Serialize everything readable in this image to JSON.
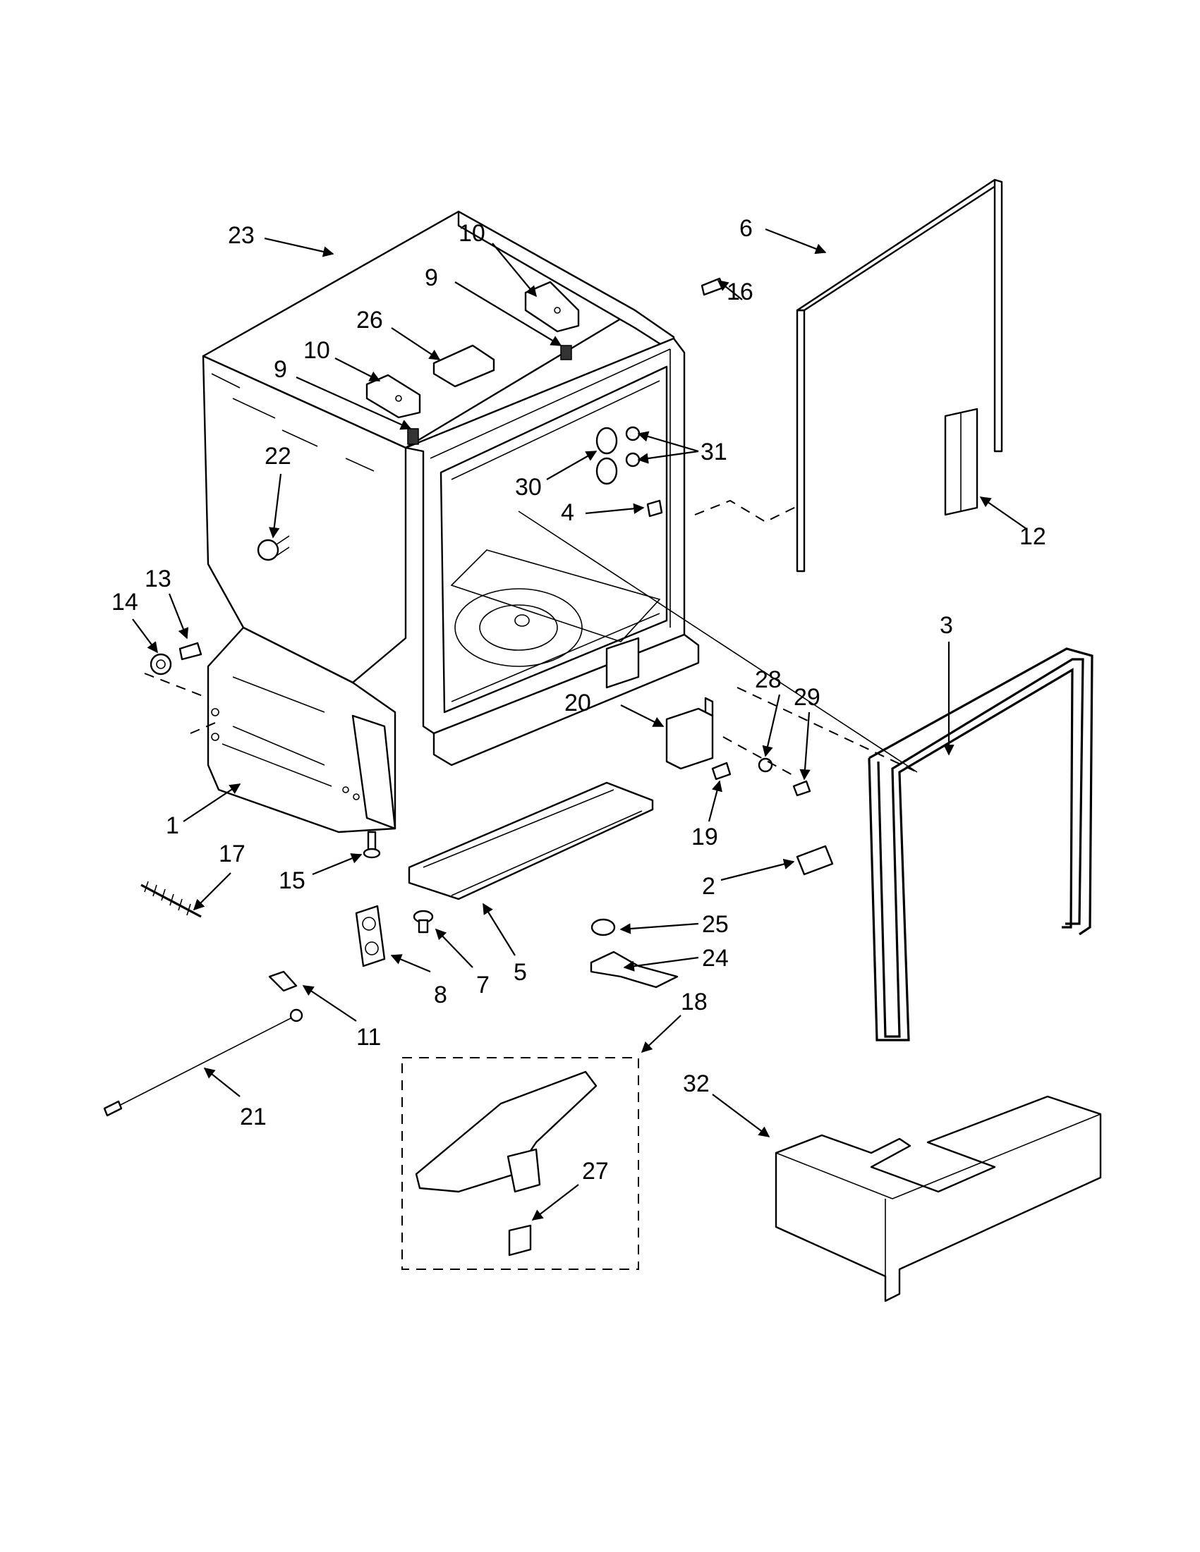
{
  "callouts": [
    {
      "n": "23"
    },
    {
      "n": "10"
    },
    {
      "n": "9"
    },
    {
      "n": "26"
    },
    {
      "n": "10"
    },
    {
      "n": "9"
    },
    {
      "n": "6"
    },
    {
      "n": "16"
    },
    {
      "n": "31"
    },
    {
      "n": "30"
    },
    {
      "n": "4"
    },
    {
      "n": "12"
    },
    {
      "n": "22"
    },
    {
      "n": "13"
    },
    {
      "n": "14"
    },
    {
      "n": "3"
    },
    {
      "n": "28"
    },
    {
      "n": "29"
    },
    {
      "n": "20"
    },
    {
      "n": "19"
    },
    {
      "n": "1"
    },
    {
      "n": "17"
    },
    {
      "n": "15"
    },
    {
      "n": "2"
    },
    {
      "n": "25"
    },
    {
      "n": "24"
    },
    {
      "n": "5"
    },
    {
      "n": "7"
    },
    {
      "n": "8"
    },
    {
      "n": "18"
    },
    {
      "n": "11"
    },
    {
      "n": "32"
    },
    {
      "n": "21"
    },
    {
      "n": "27"
    }
  ]
}
